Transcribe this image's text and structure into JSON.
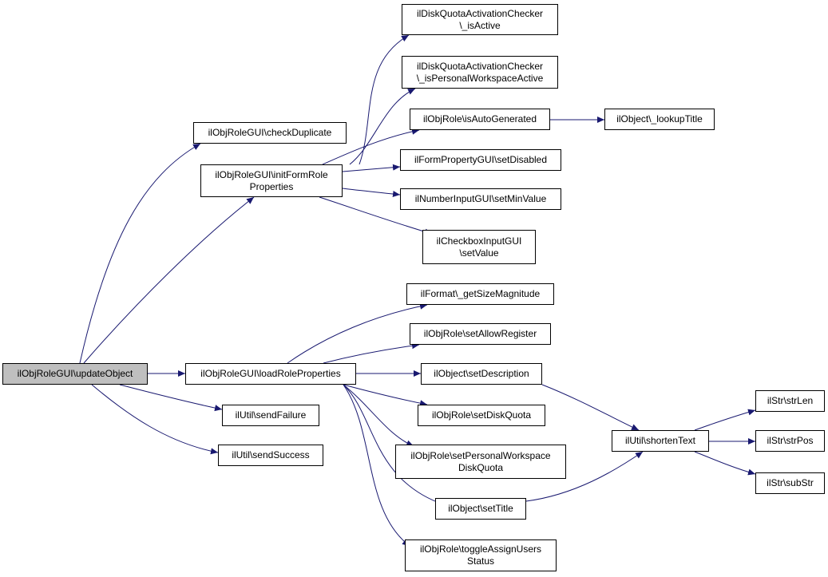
{
  "graph": {
    "root": "updateObject",
    "colors": {
      "edge": "#191970",
      "node_border": "#000000",
      "root_fill": "#bfbfbf",
      "node_fill": "#ffffff"
    },
    "nodes": [
      {
        "id": "updateObject",
        "lines": [
          "ilObjRoleGUI\\updateObject"
        ],
        "root": true
      },
      {
        "id": "checkDuplicate",
        "lines": [
          "ilObjRoleGUI\\checkDuplicate"
        ]
      },
      {
        "id": "initFormRoleProperties",
        "lines": [
          "ilObjRoleGUI\\initFormRole",
          "Properties"
        ]
      },
      {
        "id": "dqIsActive",
        "lines": [
          "ilDiskQuotaActivationChecker",
          "\\_isActive"
        ]
      },
      {
        "id": "dqIsPersonal",
        "lines": [
          "ilDiskQuotaActivationChecker",
          "\\_isPersonalWorkspaceActive"
        ]
      },
      {
        "id": "isAutoGenerated",
        "lines": [
          "ilObjRole\\isAutoGenerated"
        ]
      },
      {
        "id": "lookupTitle",
        "lines": [
          "ilObject\\_lookupTitle"
        ]
      },
      {
        "id": "setDisabled",
        "lines": [
          "ilFormPropertyGUI\\setDisabled"
        ]
      },
      {
        "id": "setMinValue",
        "lines": [
          "ilNumberInputGUI\\setMinValue"
        ]
      },
      {
        "id": "cbSetValue",
        "lines": [
          "ilCheckboxInputGUI",
          "\\setValue"
        ]
      },
      {
        "id": "loadRoleProperties",
        "lines": [
          "ilObjRoleGUI\\loadRoleProperties"
        ]
      },
      {
        "id": "sendFailure",
        "lines": [
          "ilUtil\\sendFailure"
        ]
      },
      {
        "id": "sendSuccess",
        "lines": [
          "ilUtil\\sendSuccess"
        ]
      },
      {
        "id": "getSizeMagnitude",
        "lines": [
          "ilFormat\\_getSizeMagnitude"
        ]
      },
      {
        "id": "setAllowRegister",
        "lines": [
          "ilObjRole\\setAllowRegister"
        ]
      },
      {
        "id": "setDescription",
        "lines": [
          "ilObject\\setDescription"
        ]
      },
      {
        "id": "setDiskQuota",
        "lines": [
          "ilObjRole\\setDiskQuota"
        ]
      },
      {
        "id": "setPersonalWorkspaceDiskQuota",
        "lines": [
          "ilObjRole\\setPersonalWorkspace",
          "DiskQuota"
        ]
      },
      {
        "id": "setTitle",
        "lines": [
          "ilObject\\setTitle"
        ]
      },
      {
        "id": "toggleAssignUsersStatus",
        "lines": [
          "ilObjRole\\toggleAssignUsers",
          "Status"
        ]
      },
      {
        "id": "shortenText",
        "lines": [
          "ilUtil\\shortenText"
        ]
      },
      {
        "id": "strLen",
        "lines": [
          "ilStr\\strLen"
        ]
      },
      {
        "id": "strPos",
        "lines": [
          "ilStr\\strPos"
        ]
      },
      {
        "id": "subStr",
        "lines": [
          "ilStr\\subStr"
        ]
      }
    ],
    "edges": [
      {
        "from": "updateObject",
        "to": "checkDuplicate"
      },
      {
        "from": "updateObject",
        "to": "initFormRoleProperties"
      },
      {
        "from": "updateObject",
        "to": "loadRoleProperties"
      },
      {
        "from": "updateObject",
        "to": "sendFailure"
      },
      {
        "from": "updateObject",
        "to": "sendSuccess"
      },
      {
        "from": "initFormRoleProperties",
        "to": "dqIsActive"
      },
      {
        "from": "initFormRoleProperties",
        "to": "dqIsPersonal"
      },
      {
        "from": "initFormRoleProperties",
        "to": "isAutoGenerated"
      },
      {
        "from": "initFormRoleProperties",
        "to": "setDisabled"
      },
      {
        "from": "initFormRoleProperties",
        "to": "setMinValue"
      },
      {
        "from": "initFormRoleProperties",
        "to": "cbSetValue"
      },
      {
        "from": "isAutoGenerated",
        "to": "lookupTitle"
      },
      {
        "from": "loadRoleProperties",
        "to": "getSizeMagnitude"
      },
      {
        "from": "loadRoleProperties",
        "to": "setAllowRegister"
      },
      {
        "from": "loadRoleProperties",
        "to": "setDescription"
      },
      {
        "from": "loadRoleProperties",
        "to": "setDiskQuota"
      },
      {
        "from": "loadRoleProperties",
        "to": "setPersonalWorkspaceDiskQuota"
      },
      {
        "from": "loadRoleProperties",
        "to": "setTitle"
      },
      {
        "from": "loadRoleProperties",
        "to": "toggleAssignUsersStatus"
      },
      {
        "from": "setDescription",
        "to": "shortenText"
      },
      {
        "from": "setTitle",
        "to": "shortenText"
      },
      {
        "from": "shortenText",
        "to": "strLen"
      },
      {
        "from": "shortenText",
        "to": "strPos"
      },
      {
        "from": "shortenText",
        "to": "subStr"
      }
    ]
  }
}
